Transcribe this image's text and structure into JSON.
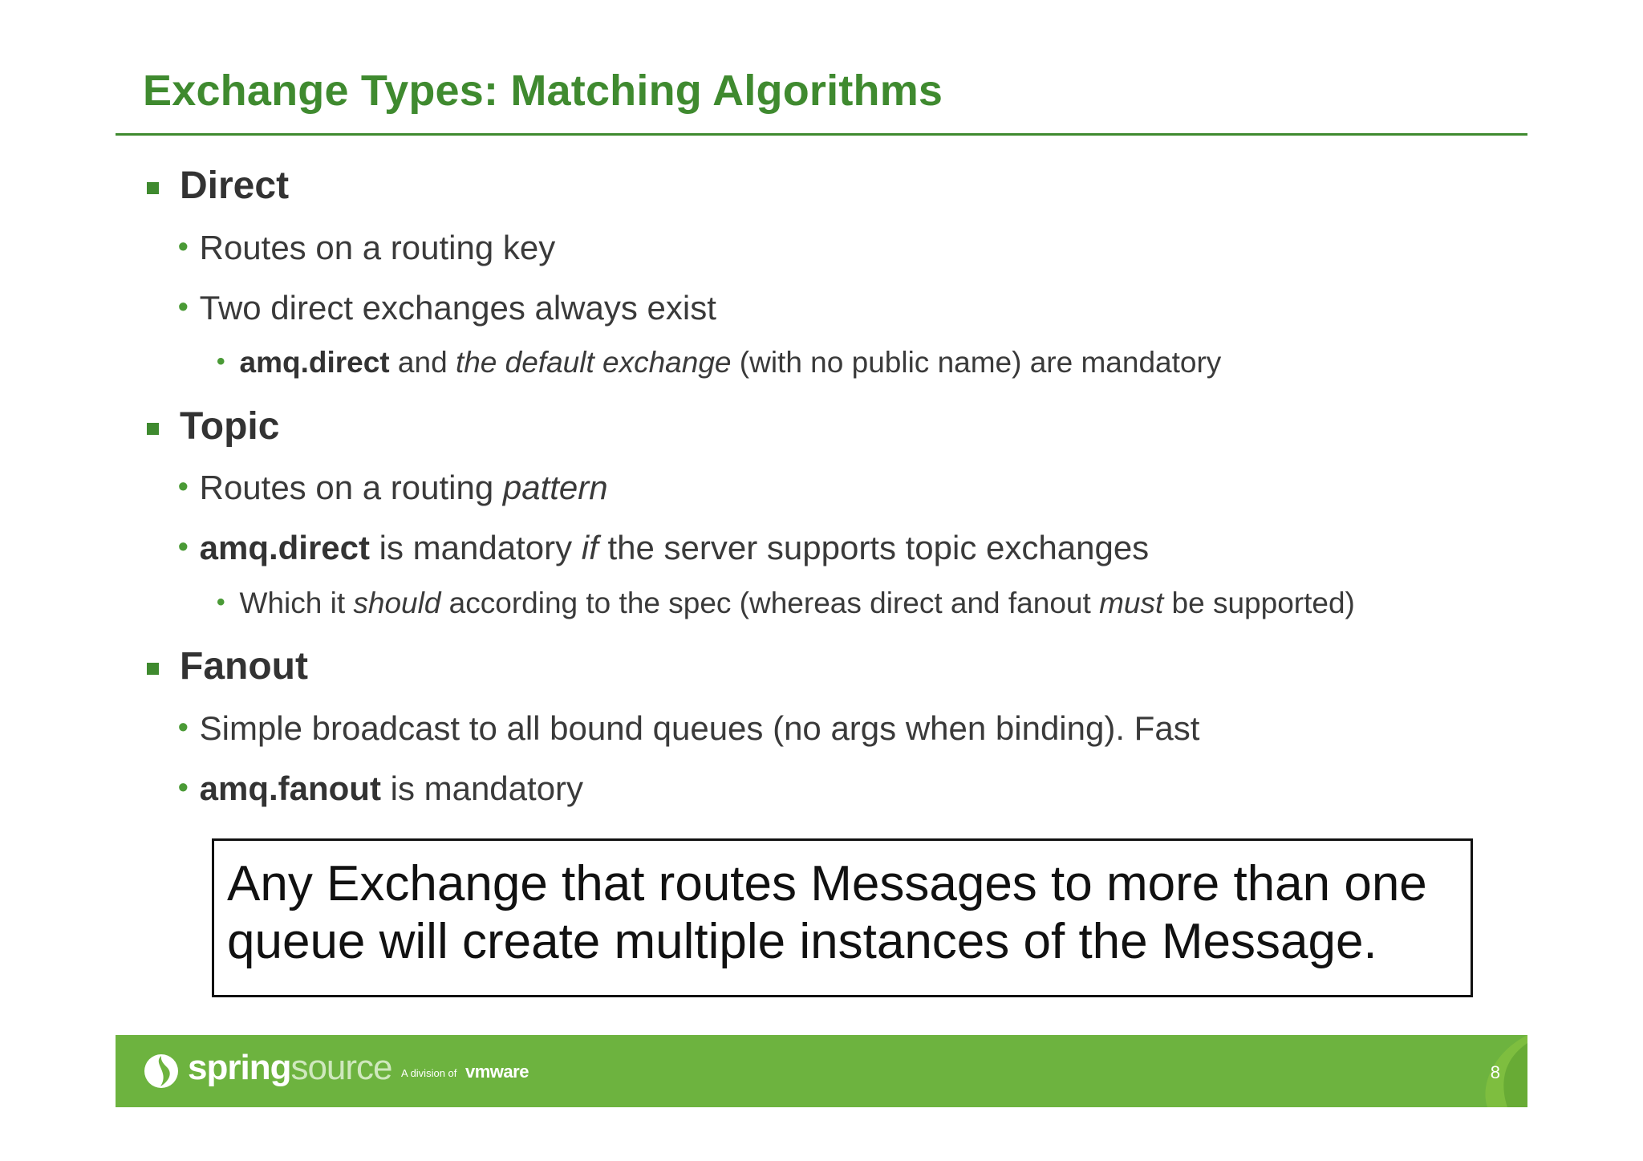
{
  "slide": {
    "title": "Exchange Types: Matching Algorithms",
    "page_number": "8"
  },
  "sections": [
    {
      "heading": "Direct",
      "items": [
        {
          "text": "Routes on a routing key"
        },
        {
          "text": "Two direct exchanges always exist"
        },
        {
          "sub": {
            "part1": "amq.direct",
            "part2": " and ",
            "part3": "the default exchange",
            "part4": " (with no public name) are mandatory"
          }
        }
      ]
    },
    {
      "heading": "Topic",
      "items": [
        {
          "part1": "Routes on a routing ",
          "part2": "pattern"
        },
        {
          "part1": "amq.direct",
          "part2": " is mandatory ",
          "part3": "if",
          "part4": " the server supports topic exchanges"
        },
        {
          "sub": {
            "part1": "Which it ",
            "part2": "should",
            "part3": " according to the spec (whereas direct and fanout ",
            "part4": "must",
            "part5": " be supported)"
          }
        }
      ]
    },
    {
      "heading": "Fanout",
      "items": [
        {
          "text": "Simple broadcast to all bound queues (no args when binding). Fast"
        },
        {
          "part1": "amq.fanout",
          "part2": " is mandatory"
        }
      ]
    }
  ],
  "callout": {
    "line1": "Any Exchange that routes Messages to more than one",
    "line2": "queue will create multiple instances of the Message."
  },
  "footer": {
    "brand_bold": "spring",
    "brand_light": "source",
    "division_text": "A division of",
    "parent_brand": "vmware",
    "logo_icon": "springsource-logo-icon",
    "colors": {
      "brand_green": "#6db33f",
      "title_green": "#3f8a2f"
    }
  }
}
